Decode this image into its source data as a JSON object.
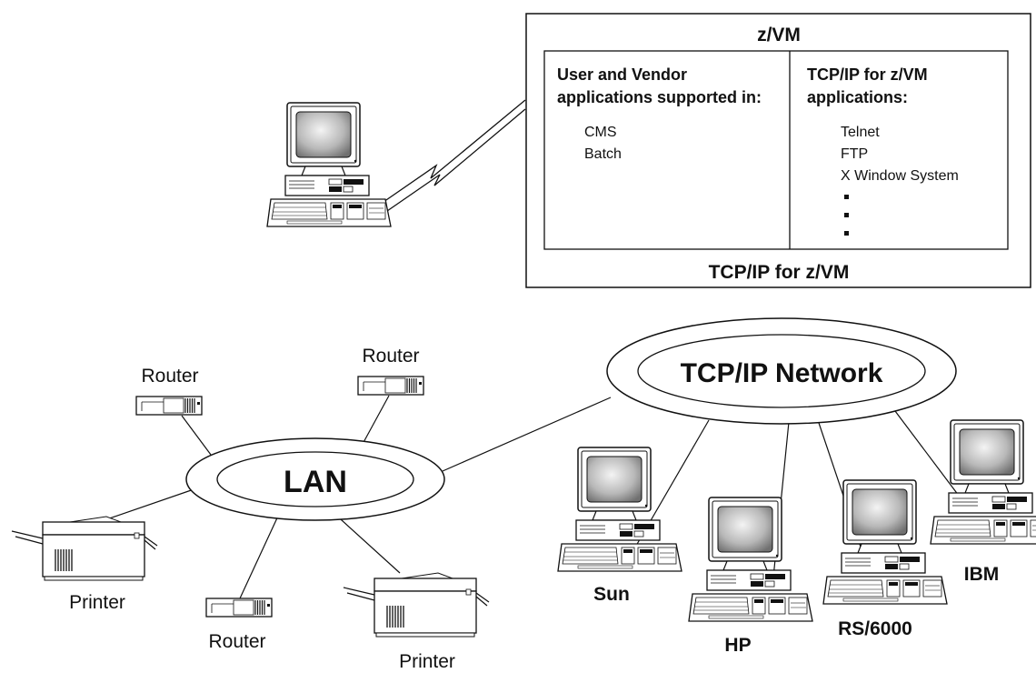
{
  "zvm": {
    "title": "z/VM",
    "footer": "TCP/IP for z/VM",
    "left_panel": {
      "heading_line1": "User and Vendor",
      "heading_line2": "applications supported in:",
      "items": [
        "CMS",
        "Batch"
      ]
    },
    "right_panel": {
      "heading_line1": "TCP/IP for z/VM",
      "heading_line2": "applications:",
      "items": [
        "Telnet",
        "FTP",
        "X Window System"
      ]
    }
  },
  "networks": {
    "tcpip": "TCP/IP Network",
    "lan": "LAN"
  },
  "devices": {
    "router_top_left": "Router",
    "router_top_right": "Router",
    "router_bottom": "Router",
    "printer_left": "Printer",
    "printer_right": "Printer",
    "sun": "Sun",
    "hp": "HP",
    "rs6000": "RS/6000",
    "ibm": "IBM"
  }
}
